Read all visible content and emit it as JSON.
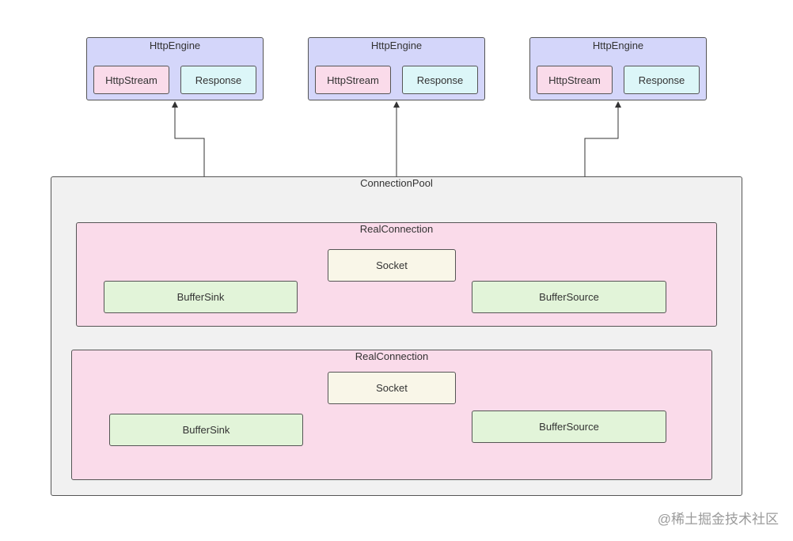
{
  "engines": [
    {
      "title": "HttpEngine",
      "stream": "HttpStream",
      "response": "Response"
    },
    {
      "title": "HttpEngine",
      "stream": "HttpStream",
      "response": "Response"
    },
    {
      "title": "HttpEngine",
      "stream": "HttpStream",
      "response": "Response"
    }
  ],
  "pool": {
    "title": "ConnectionPool",
    "connections": [
      {
        "title": "RealConnection",
        "socket": "Socket",
        "sink": "BufferSink",
        "source": "BufferSource"
      },
      {
        "title": "RealConnection",
        "socket": "Socket",
        "sink": "BufferSink",
        "source": "BufferSource"
      }
    ]
  },
  "watermark": "@稀土掘金技术社区",
  "colors": {
    "engine": "#d4d6fa",
    "stream": "#fadbea",
    "response": "#dcf6f8",
    "pool": "#f1f1f1",
    "connection": "#fadbea",
    "socket": "#f9f6e8",
    "buffer": "#e2f4d9",
    "line": "#333333"
  }
}
